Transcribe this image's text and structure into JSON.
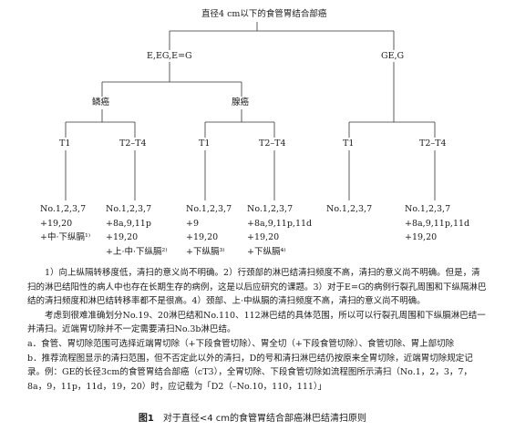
{
  "tree": {
    "root": "直径4 cm以下的食管胃结合部癌",
    "level1": [
      "E,EG,E=G",
      "GE,G"
    ],
    "level2": [
      "鳞癌",
      "腺癌"
    ],
    "level3": [
      "T1",
      "T2–T4",
      "T1",
      "T2–T4",
      "T1",
      "T2–T4"
    ],
    "leaves": [
      [
        "No.1,2,3,7",
        "+19,20",
        "+中·下纵膈¹⁾"
      ],
      [
        "No.1,2,3,7",
        "+8a,9,11p",
        "+19,20",
        "+上·中·下纵膈²⁾"
      ],
      [
        "No.1,2,3,7",
        "+9",
        "+19,20",
        "+下纵膈³⁾"
      ],
      [
        "No.1,2,3,7",
        "+8a,9,11p,11d",
        "+19,20",
        "+下纵膈⁴⁾"
      ],
      [
        "No.1,2,3,7"
      ],
      [
        "No.1,2,3,7",
        "+8a,9,11p,11d",
        "+19,20"
      ]
    ]
  },
  "notes": {
    "p1": "1）向上纵隔转移度低，清扫的意义尚不明确。2）行颈部的淋巴结清扫频度不高，清扫的意义尚不明确。但是，清扫的淋巴结阳性的病人中也存在长期生存的病例，这是以后应研究的课题。3）对于E=G的病例行裂孔周围和下纵隔淋巴结的清扫频度和淋巴结转移率都不是很高。4）颈部、上·中纵膈的清扫频度不高，清扫的意义尚不明确。",
    "p2": "考虑到很难准确划分No.19、20淋巴结和No.110、112淋巴结的具体范围，所以可以行裂孔周围和下纵膈淋巴结一并清扫。近端胃切除并不一定需要清扫No.3b淋巴结。",
    "a": "a．食管、胃切除范围可选择近端胃切除（+下段食管切除）、胃全切（+下段食管切除）、食管切除、胃上部切除",
    "b": "b．推荐流程图显示的清扫范围，但不否定此以外的清扫，D的号和清扫淋巴结仍按原来全胃切除，近端胃切除规定记录。例：GE的长径3cm的食管胃结合部癌（cT3），全胃切除、下段食管切除如流程图所示清扫（No.1，2，3，7，8a，9，11p，11d，19，20）时，应记载为「D2（–No.10，110，111）」"
  },
  "caption": {
    "figure": "图1",
    "text": "对于直径<4 cm的食管胃结合部癌淋巴结清扫原则"
  }
}
